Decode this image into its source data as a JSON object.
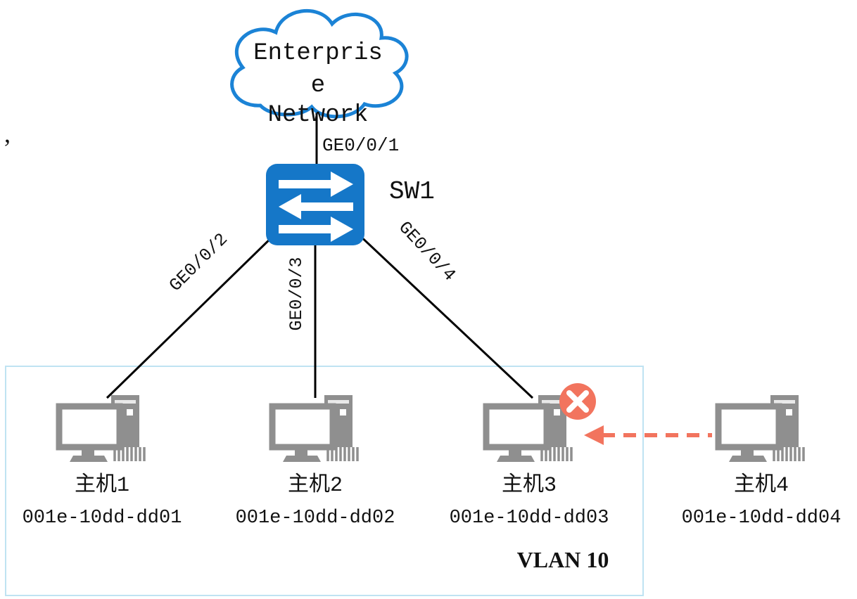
{
  "diagram": {
    "cloud": {
      "line1": "Enterpris",
      "line2": "e",
      "line3": "Network"
    },
    "switch": {
      "name": "SW1"
    },
    "ports": {
      "uplink": "GE0/0/1",
      "to_host1": "GE0/0/2",
      "to_host2": "GE0/0/3",
      "to_host3": "GE0/0/4"
    },
    "hosts": [
      {
        "name": "主机1",
        "mac": "001e-10dd-dd01"
      },
      {
        "name": "主机2",
        "mac": "001e-10dd-dd02"
      },
      {
        "name": "主机3",
        "mac": "001e-10dd-dd03"
      },
      {
        "name": "主机4",
        "mac": "001e-10dd-dd04"
      }
    ],
    "vlan_label": "VLAN 10",
    "stray_text": ",",
    "colors": {
      "switch_blue": "#1577c8",
      "cloud_stroke": "#1b83d6",
      "device_gray": "#8f8f8f",
      "blocked_red": "#f2745e",
      "vlan_border": "#bfe3f2",
      "link_black": "#000000"
    }
  }
}
